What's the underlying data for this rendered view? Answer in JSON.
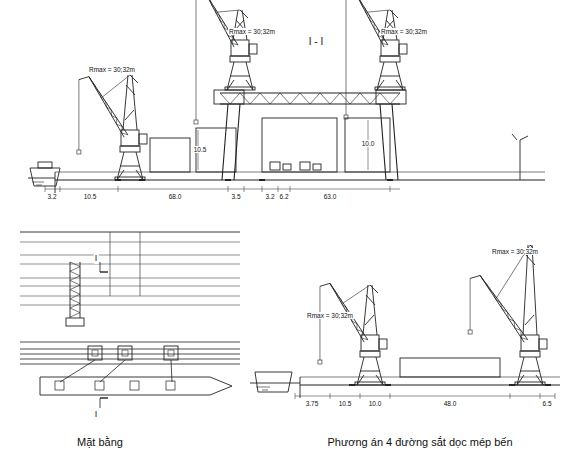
{
  "diagram": {
    "caption": "Phương án 4 đường sắt dọc mép bến",
    "labels": [
      "I - I",
      "Rmax = 30;32m",
      "Rmax = 30;32m",
      "Rmax = 30;32m",
      "10.5",
      "10.0",
      "3.2",
      "10.5",
      "68.0",
      "3.5",
      "3.2",
      "6.2",
      "63.0",
      "I",
      "I",
      "Mặt bằng",
      "Rmax = 30;32m",
      "Rmax = 30;32m",
      "3.75",
      "10.5",
      "10.0",
      "48.0",
      "6.5"
    ]
  }
}
